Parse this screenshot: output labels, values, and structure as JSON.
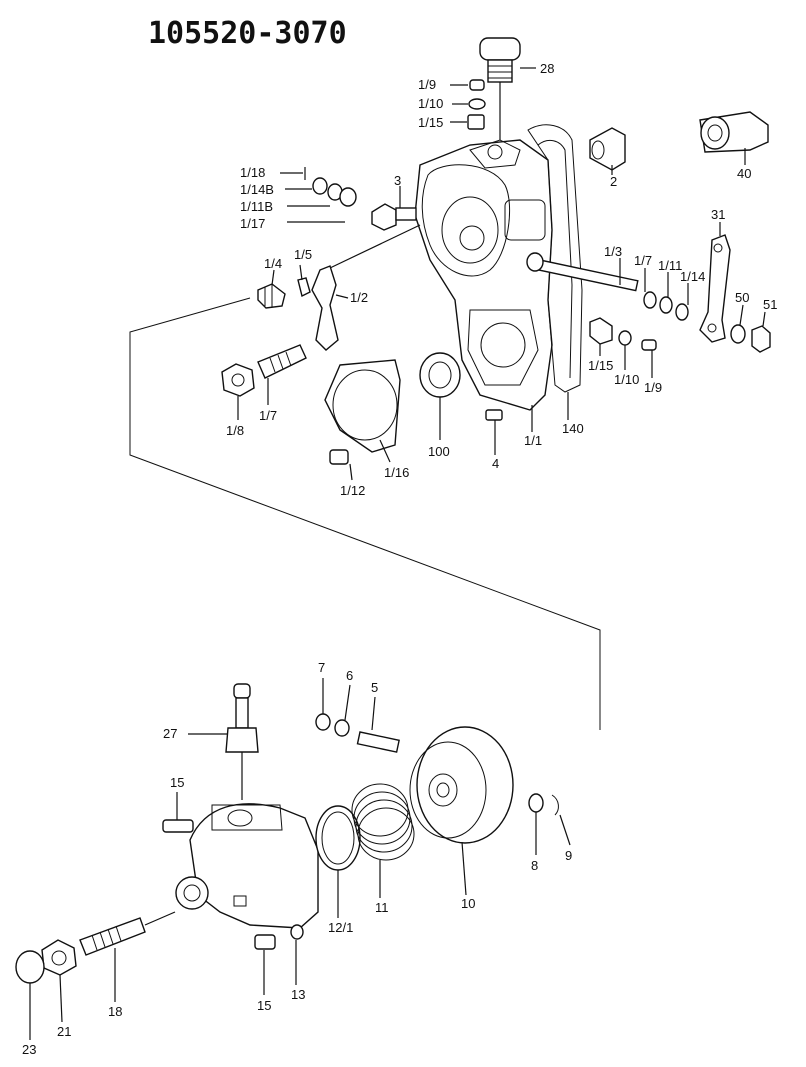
{
  "title": "105520-3070",
  "parts": {
    "p28": "28",
    "p1_9a": "1/9",
    "p1_10a": "1/10",
    "p1_15a": "1/15",
    "p40": "40",
    "p2": "2",
    "p3": "3",
    "p1_18a": "1/18",
    "p1_14b": "1/14B",
    "p1_11b": "1/11B",
    "p1_17a": "1/17",
    "p31": "31",
    "p1_3": "1/3",
    "p1_7a": "1/7",
    "p1_11": "1/11",
    "p1_14": "1/14",
    "p50": "50",
    "p51": "51",
    "p1_4": "1/4",
    "p1_5": "1/5",
    "p1_2": "1/2",
    "p1_15b": "1/15",
    "p1_10b": "1/10",
    "p1_9b": "1/9",
    "p1_8": "1/8",
    "p1_7b": "1/7",
    "p100": "100",
    "p140": "140",
    "p4": "4",
    "p1_1": "1/1",
    "p1_16": "1/16",
    "p1_12": "1/12",
    "p7": "7",
    "p6": "6",
    "p5": "5",
    "p27": "27",
    "p15a": "15",
    "p8": "8",
    "p9": "9",
    "p12_1": "12/1",
    "p11": "11",
    "p10": "10",
    "p13": "13",
    "p15b": "15",
    "p18": "18",
    "p21": "21",
    "p23": "23"
  }
}
